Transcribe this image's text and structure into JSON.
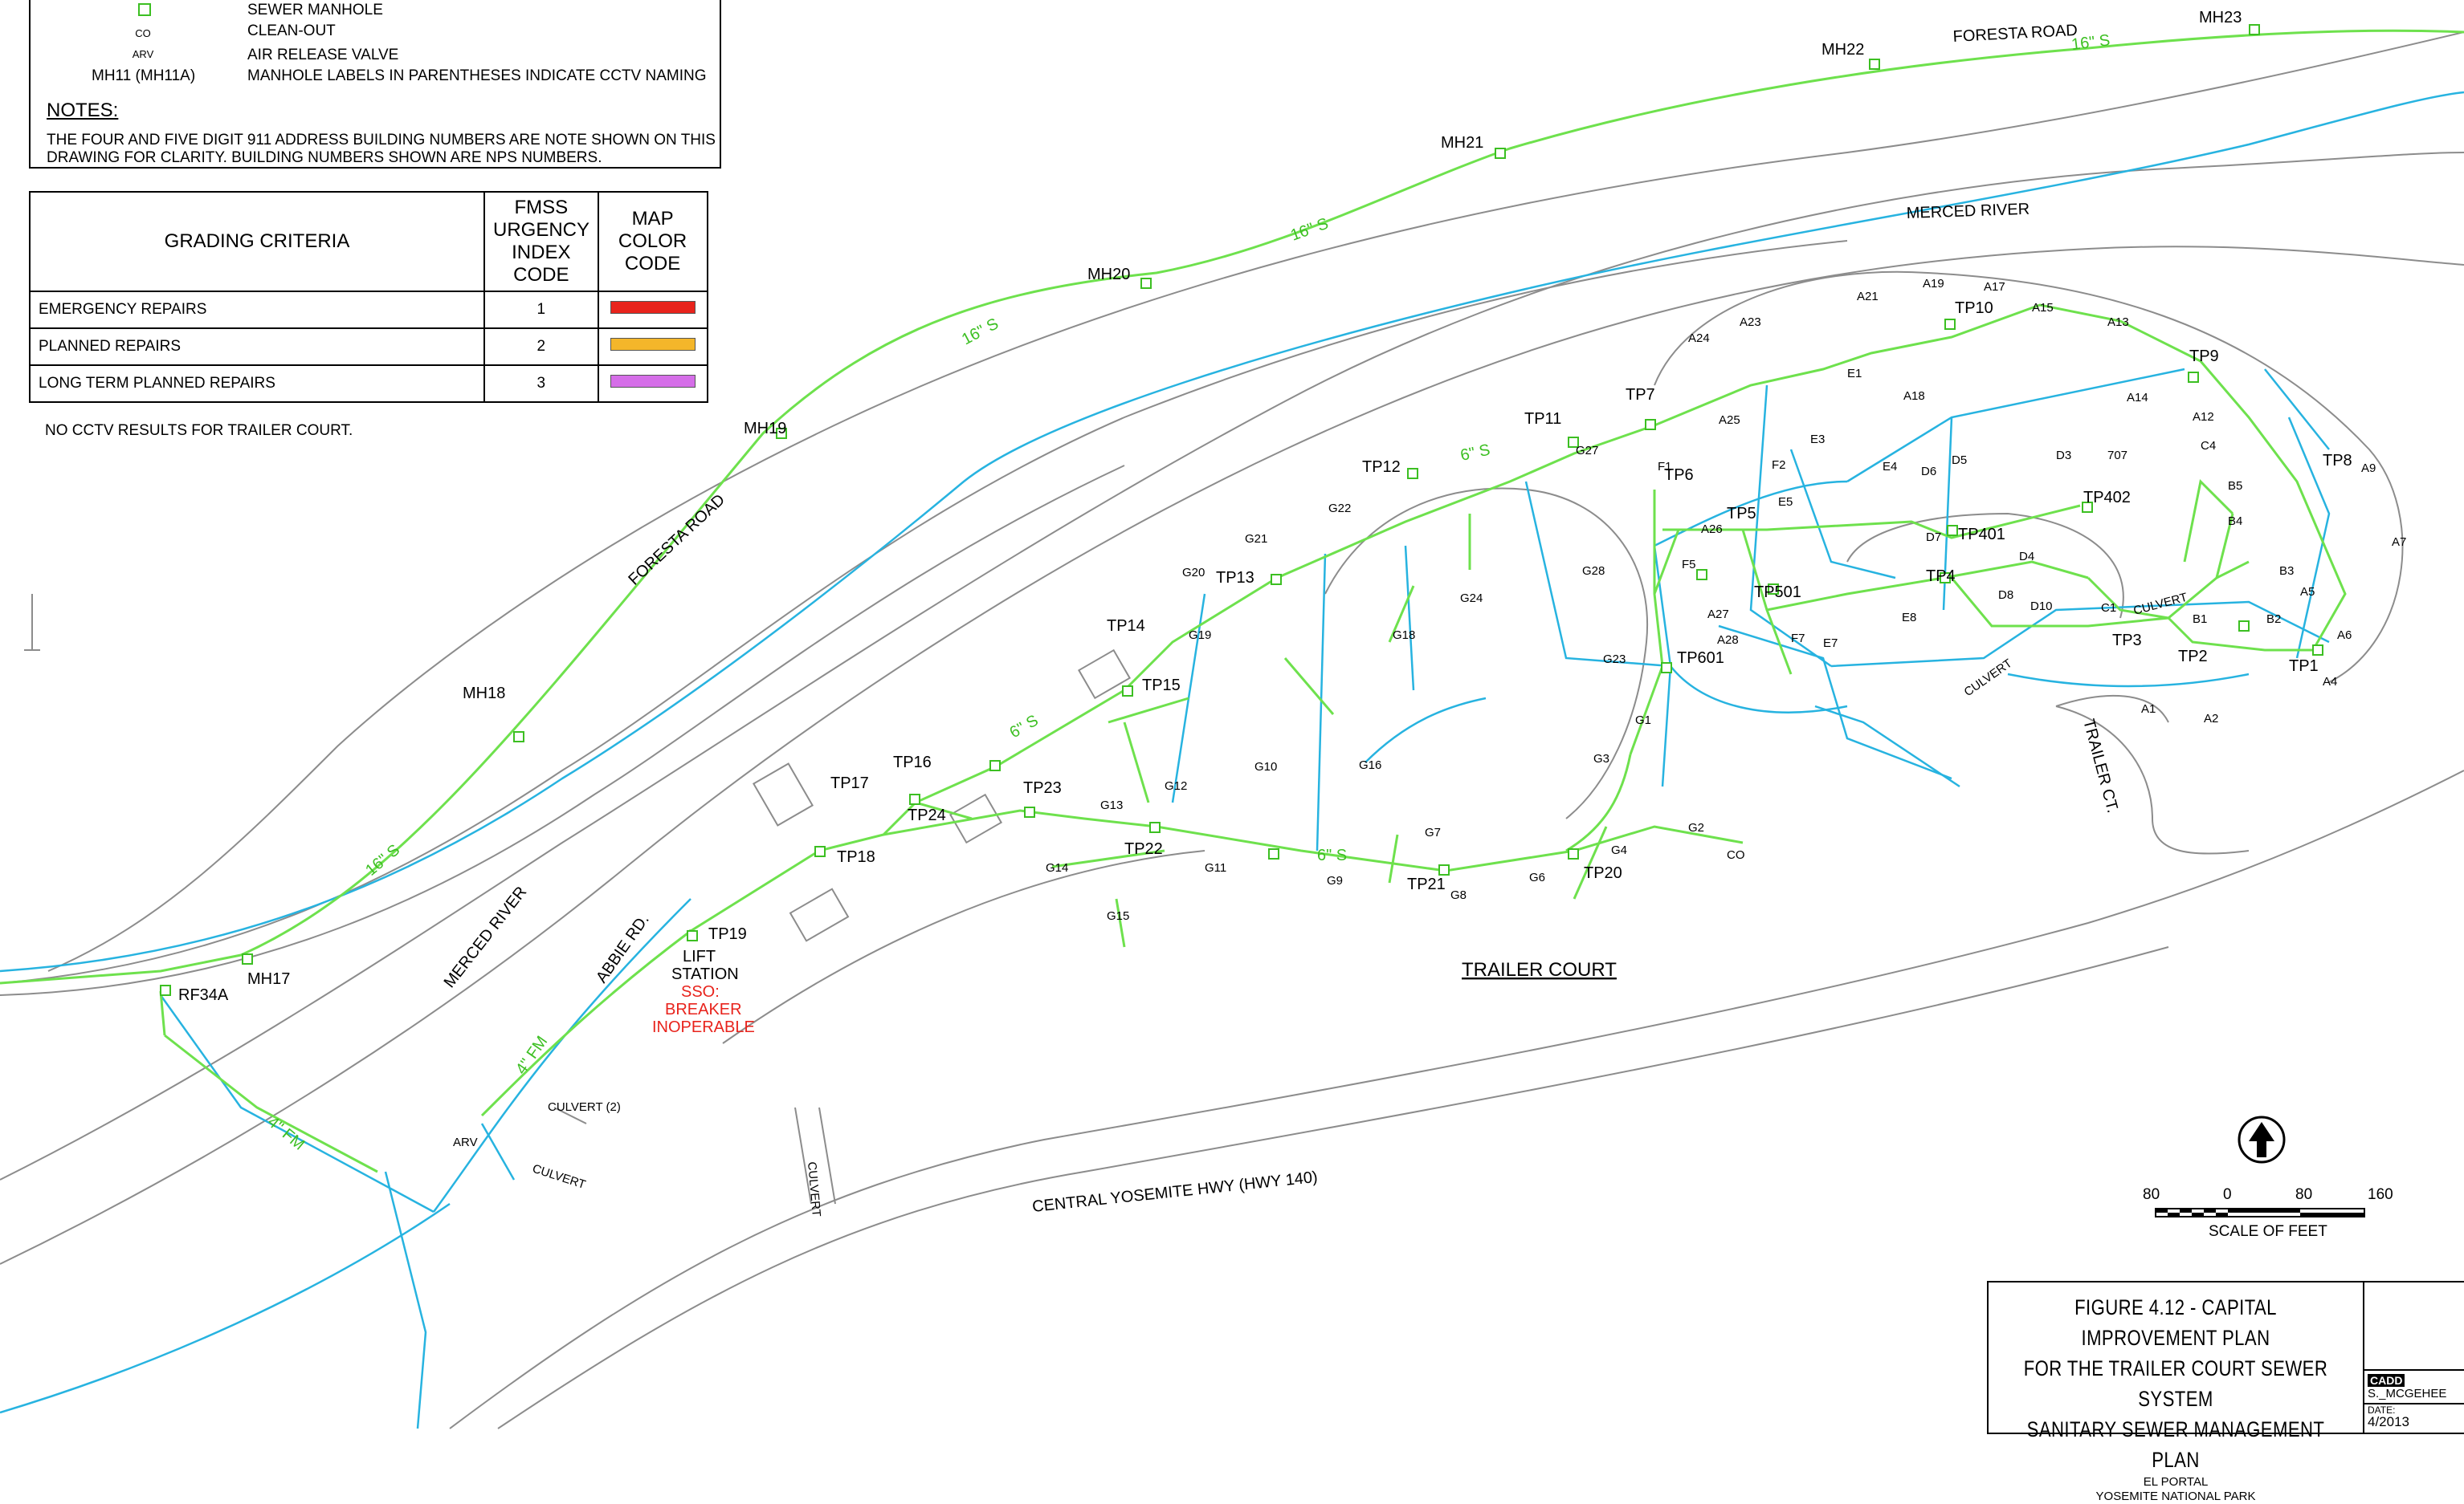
{
  "legend": {
    "items": [
      {
        "symbol": "",
        "label": "SEWER MANHOLE"
      },
      {
        "symbol": "CO",
        "label": "CLEAN-OUT"
      },
      {
        "symbol": "ARV",
        "label": "AIR RELEASE VALVE"
      },
      {
        "symbol": "MH11  (MH11A)",
        "label": "MANHOLE LABELS IN PARENTHESES INDICATE CCTV NAMING"
      }
    ]
  },
  "notes": {
    "title": "NOTES:",
    "text": "THE FOUR AND FIVE DIGIT 911 ADDRESS BUILDING NUMBERS ARE NOTE SHOWN ON THIS DRAWING FOR CLARITY.  BUILDING NUMBERS SHOWN ARE NPS NUMBERS."
  },
  "grading": {
    "header_criteria": "GRADING  CRITERIA",
    "header_code": "FMSS URGENCY INDEX CODE",
    "header_color": "MAP COLOR CODE",
    "rows": [
      {
        "criteria": "EMERGENCY  REPAIRS",
        "code": "1",
        "color": "#e8231c"
      },
      {
        "criteria": "PLANNED  REPAIRS",
        "code": "2",
        "color": "#f4b62a"
      },
      {
        "criteria": "LONG  TERM  PLANNED  REPAIRS",
        "code": "3",
        "color": "#d56ee8"
      }
    ],
    "note": "NO  CCTV  RESULTS  FOR  TRAILER  COURT."
  },
  "colors": {
    "sewer": "#6ee14d",
    "water": "#27b3e0",
    "base": "#8c8c8c",
    "sso": "#e8231c"
  },
  "map_labels": {
    "foresta_road_1": "FORESTA ROAD",
    "foresta_road_2": "FORESTA  ROAD",
    "merced_river_1": "MERCED  RIVER",
    "merced_river_2": "MERCED  RIVER",
    "abbie_rd": "ABBIE  RD.",
    "highway": "CENTRAL  YOSEMITE  HWY  (HWY  140)",
    "trailer_court": "TRAILER  COURT",
    "trailer_ct": "TRAILER  CT.",
    "lift_station_1": "LIFT",
    "lift_station_2": "STATION",
    "sso_1": "SSO:",
    "sso_2": "BREAKER",
    "sso_3": "INOPERABLE",
    "culvert": "CULVERT",
    "culvert_2": "CULVERT  (2)",
    "pipe_16s": "16\"  S",
    "pipe_6s": "6\"  S",
    "pipe_4fm": "4\"  FM",
    "arv": "ARV",
    "co": "CO"
  },
  "manholes": [
    "MH17",
    "MH18",
    "MH19",
    "MH20",
    "MH21",
    "MH22",
    "MH23",
    "RF34A",
    "TP1",
    "TP2",
    "TP3",
    "TP4",
    "TP5",
    "TP6",
    "TP7",
    "TP8",
    "TP9",
    "TP10",
    "TP11",
    "TP12",
    "TP13",
    "TP14",
    "TP15",
    "TP16",
    "TP17",
    "TP18",
    "TP19",
    "TP20",
    "TP21",
    "TP22",
    "TP23",
    "TP24",
    "TP401",
    "TP402",
    "TP501",
    "TP601"
  ],
  "building_labels": [
    "A1",
    "A2",
    "A4",
    "A5",
    "A6",
    "A7",
    "A9",
    "A12",
    "A13",
    "A14",
    "A15",
    "A17",
    "A18",
    "A19",
    "A21",
    "A23",
    "A24",
    "A25",
    "A26",
    "A27",
    "A28",
    "B1",
    "B2",
    "B3",
    "B4",
    "B5",
    "C1",
    "C4",
    "D3",
    "D4",
    "D5",
    "D6",
    "D7",
    "D8",
    "D10",
    "E1",
    "E3",
    "E4",
    "E5",
    "E7",
    "E8",
    "F1",
    "F2",
    "F5",
    "F7",
    "G1",
    "G2",
    "G3",
    "G4",
    "G6",
    "G7",
    "G8",
    "G9",
    "G10",
    "G11",
    "G12",
    "G13",
    "G14",
    "G15",
    "G16",
    "G18",
    "G19",
    "G20",
    "G21",
    "G22",
    "G23",
    "G24",
    "G27",
    "G28",
    "707"
  ],
  "north_arrow": "north-arrow-icon",
  "scale": {
    "ticks": [
      "80",
      "0",
      "80",
      "160"
    ],
    "caption": "SCALE  OF  FEET"
  },
  "title_block": {
    "line1": "FIGURE  4.12  -  CAPITAL  IMPROVEMENT  PLAN",
    "line2": "FOR  THE  TRAILER  COURT  SEWER  SYSTEM",
    "line3": "SANITARY  SEWER  MANAGEMENT  PLAN",
    "line4": "EL  PORTAL",
    "line5": "YOSEMITE  NATIONAL  PARK",
    "cadd_label": "CADD",
    "cadd_value": "S._MCGEHEE",
    "date_label": "DATE:",
    "date_value": "4/2013"
  }
}
